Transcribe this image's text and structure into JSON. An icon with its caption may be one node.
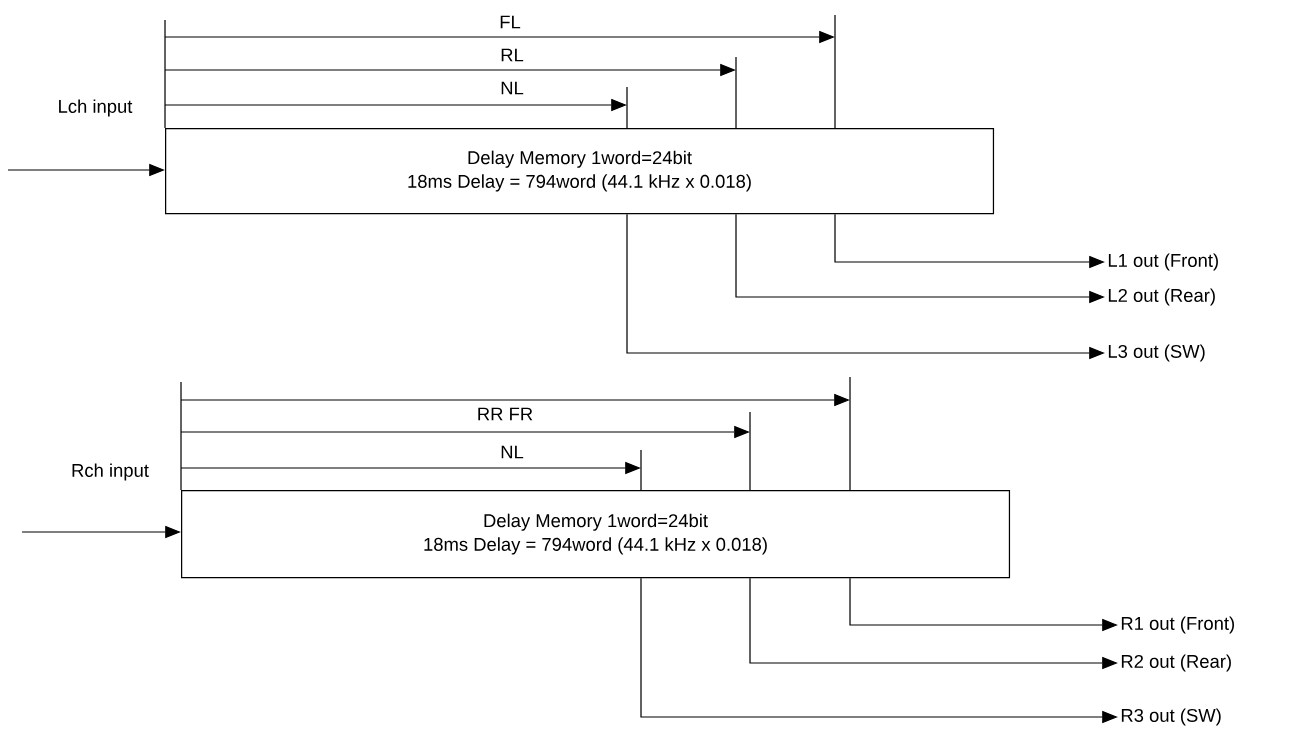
{
  "diagram": {
    "nodes": [
      {
        "text": [
          "Delay Memory 1word=24bit",
          "18ms Delay = 794word (44.1 kHz x 0.018)"
        ]
      },
      {
        "text": [
          "Delay Memory 1word=24bit",
          "18ms Delay = 794word (44.1 kHz x 0.018)"
        ]
      },
      {
        "text": [
          "L1 out (Front)"
        ]
      },
      {
        "text": [
          "L2 out (Rear)"
        ]
      },
      {
        "text": [
          "L3 out (SW)"
        ]
      },
      {
        "text": [
          "R1 out (Front)"
        ]
      },
      {
        "text": [
          "R2 out (Rear)"
        ]
      },
      {
        "text": [
          "R3 out (SW)"
        ]
      }
    ],
    "edges": [
      {
        "from": null,
        "to": 0,
        "arrow": "to"
      },
      {
        "from": 0,
        "to": 2,
        "arrow": "to"
      },
      {
        "from": 0,
        "to": 3,
        "arrow": "to"
      },
      {
        "from": 0,
        "to": 4,
        "arrow": "to"
      },
      {
        "from": null,
        "to": 1,
        "arrow": "to"
      },
      {
        "from": 1,
        "to": 5,
        "arrow": "to"
      },
      {
        "from": 1,
        "to": 6,
        "arrow": "to"
      },
      {
        "from": 1,
        "to": 7,
        "arrow": "to"
      }
    ],
    "labels": [
      "FL",
      "RL",
      "NL",
      "Lch input",
      "RR FR",
      "NL",
      "Rch input"
    ]
  }
}
